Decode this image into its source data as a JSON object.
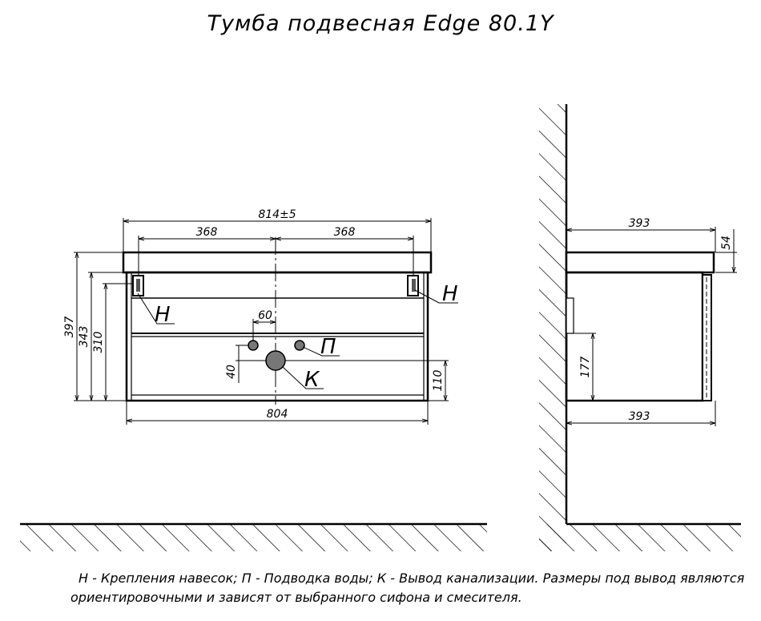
{
  "title": "Тумба подвесная Edge 80.1Y",
  "front_view": {
    "dims": {
      "overall_width": "814±5",
      "left_span": "368",
      "right_span": "368",
      "bottom_width": "804",
      "height_397": "397",
      "height_343": "343",
      "height_310": "310",
      "drain_height": "110",
      "inlet_offset": "60",
      "inlet_gap": "40"
    },
    "labels": {
      "mount_left": "Н",
      "mount_right": "Н",
      "water": "П",
      "drain": "К"
    }
  },
  "side_view": {
    "dims": {
      "top_depth": "393",
      "bottom_depth": "393",
      "top_thickness": "54",
      "pipe_height": "177"
    }
  },
  "caption": {
    "line1": "Н - Крепления навесок; П - Подводка воды; К - Вывод канализации. Размеры под вывод являются",
    "line2": "ориентировочными и зависят от выбранного сифона и смесителя."
  }
}
